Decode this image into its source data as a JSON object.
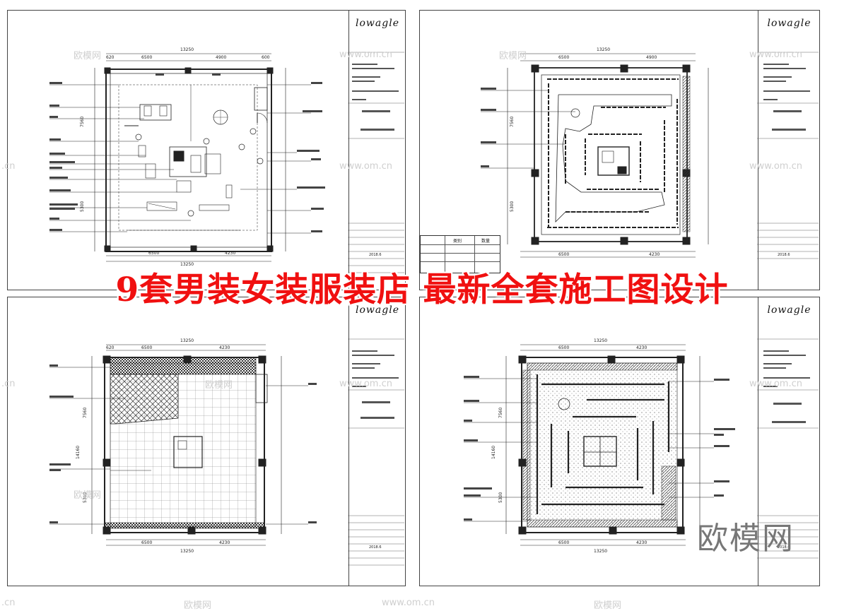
{
  "headline": "9套男装女装服装店 最新全套施工图设计",
  "brand_watermark": "欧模网",
  "logo_text": "lowagle",
  "colors": {
    "headline": "#f01010",
    "line": "#222222",
    "watermark": "#777777"
  },
  "watermarks": {
    "cn_mark": "欧模网",
    "url_mark": "www.om.cn",
    "cn_short": ".cn"
  },
  "legend": {
    "headers": [
      "",
      "类别",
      "数量"
    ]
  },
  "dimensions": {
    "total_width": "13250",
    "total_width_lower": "13250",
    "seg_620": "620",
    "seg_4900": "4900",
    "seg_6500": "6500",
    "seg_600": "600",
    "seg_4230": "4230",
    "seg_7560": "7560",
    "seg_5300": "5300",
    "seg_14160": "14160"
  },
  "sheets": [
    {
      "id": "tl",
      "drawing": "floor-plan"
    },
    {
      "id": "tr",
      "drawing": "ceiling-plan"
    },
    {
      "id": "bl",
      "drawing": "floor-finish-plan"
    },
    {
      "id": "br",
      "drawing": "lighting-plan"
    }
  ],
  "title_block": {
    "date": "2018.6"
  }
}
